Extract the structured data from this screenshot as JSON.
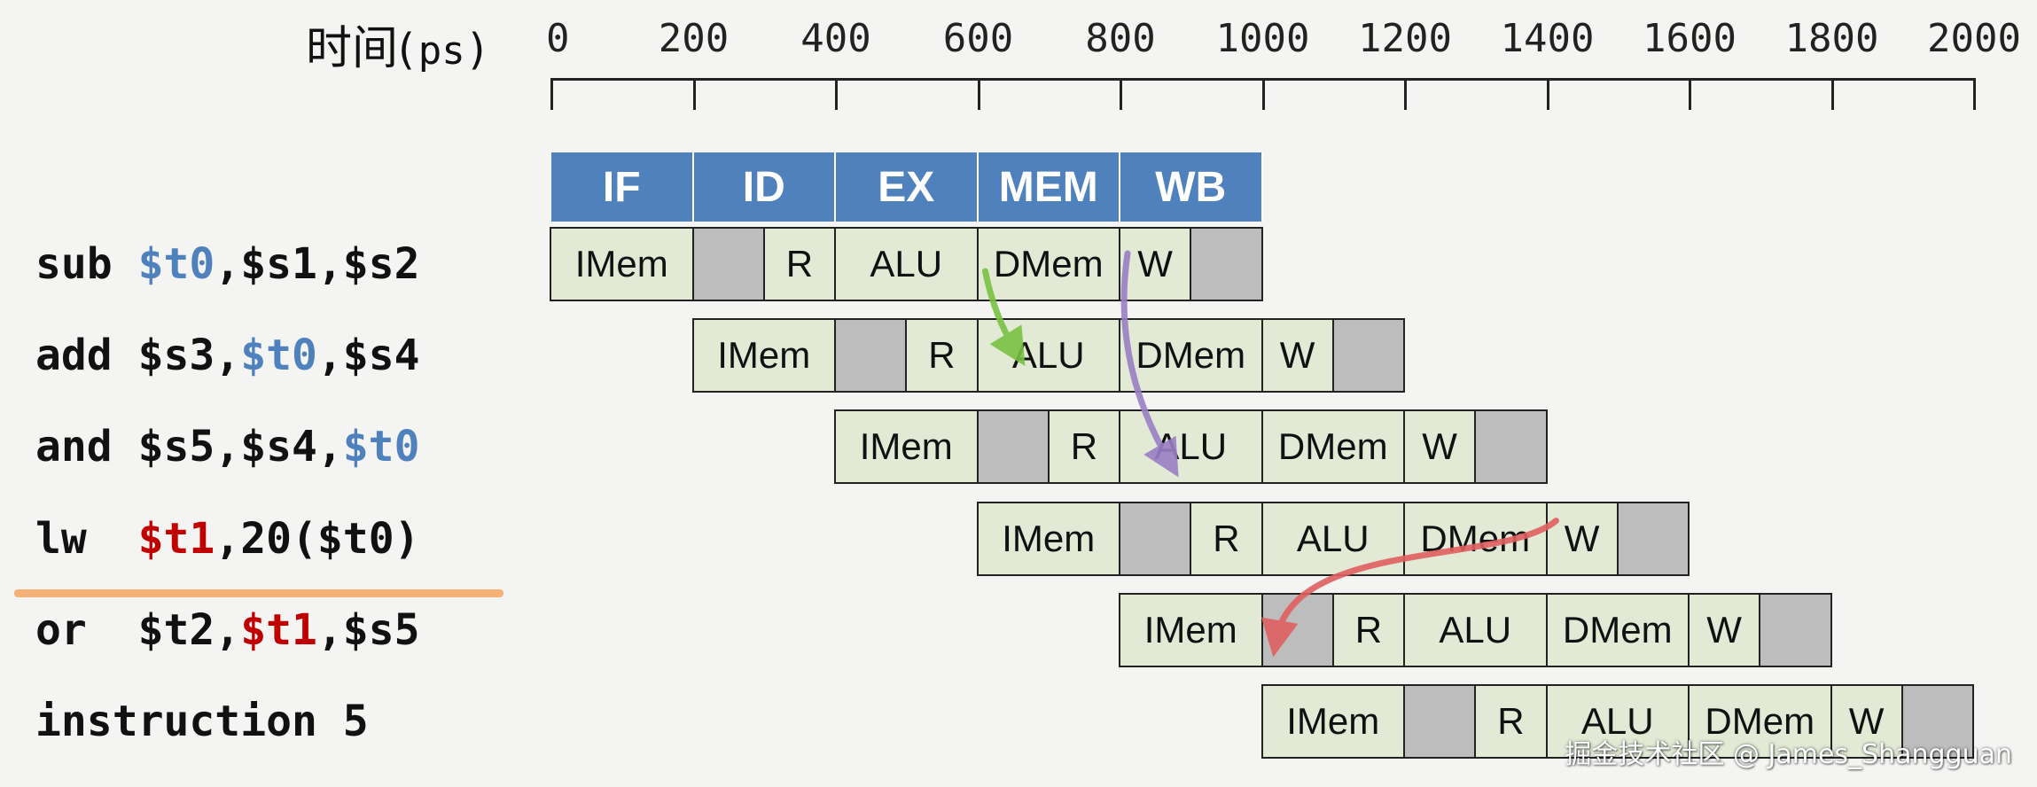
{
  "axis": {
    "title": "时间",
    "unit": "ps",
    "open_paren": "(",
    "close_paren": ")",
    "ticks": [
      0,
      200,
      400,
      600,
      800,
      1000,
      1200,
      1400,
      1600,
      1800,
      2000
    ]
  },
  "stages_header": [
    "IF",
    "ID",
    "EX",
    "MEM",
    "WB"
  ],
  "instructions": [
    {
      "parts": [
        {
          "t": "sub "
        },
        {
          "t": "$t0",
          "c": "blue"
        },
        {
          "t": ",$s1,$s2"
        }
      ],
      "start": 0
    },
    {
      "parts": [
        {
          "t": "add $s3,"
        },
        {
          "t": "$t0",
          "c": "blue"
        },
        {
          "t": ",$s4"
        }
      ],
      "start": 200
    },
    {
      "parts": [
        {
          "t": "and $s5,$s4,"
        },
        {
          "t": "$t0",
          "c": "blue"
        }
      ],
      "start": 400
    },
    {
      "parts": [
        {
          "t": "lw  "
        },
        {
          "t": "$t1",
          "c": "red"
        },
        {
          "t": ",20($t0)"
        }
      ],
      "start": 600
    },
    {
      "parts": [
        {
          "t": "or  $t2,"
        },
        {
          "t": "$t1",
          "c": "red"
        },
        {
          "t": ",$s5"
        }
      ],
      "start": 800
    },
    {
      "parts": [
        {
          "t": "instruction 5"
        }
      ],
      "start": 1000
    }
  ],
  "pipeline_cells": [
    {
      "label": "IMem",
      "dur": 200,
      "fill": "#e2ead6"
    },
    {
      "label": "",
      "dur": 100,
      "fill": "#bdbdbd"
    },
    {
      "label": "R",
      "dur": 100,
      "fill": "#e2ead6"
    },
    {
      "label": "ALU",
      "dur": 200,
      "fill": "#e2ead6"
    },
    {
      "label": "DMem",
      "dur": 200,
      "fill": "#e2ead6"
    },
    {
      "label": "W",
      "dur": 100,
      "fill": "#e2ead6"
    },
    {
      "label": "",
      "dur": 100,
      "fill": "#bdbdbd"
    }
  ],
  "forwarding": [
    {
      "from_instr": 0,
      "from_time": 600,
      "to_instr": 1,
      "to_time": 600,
      "color": "#7ac143"
    },
    {
      "from_instr": 0,
      "from_time": 800,
      "to_instr": 2,
      "to_time": 800,
      "color": "#9b7fc4"
    },
    {
      "from_instr": 3,
      "from_time": 1400,
      "to_instr": 4,
      "to_time": 1200,
      "color": "#e06060"
    }
  ],
  "colors": {
    "stage_header": "#4f81bd",
    "cell": "#e2ead6",
    "bubble": "#bdbdbd",
    "blue_reg": "#4f81bd",
    "red_reg": "#c00000",
    "underline": "#f4a460"
  },
  "watermark": "掘金技术社区 @ James_Shangguan"
}
